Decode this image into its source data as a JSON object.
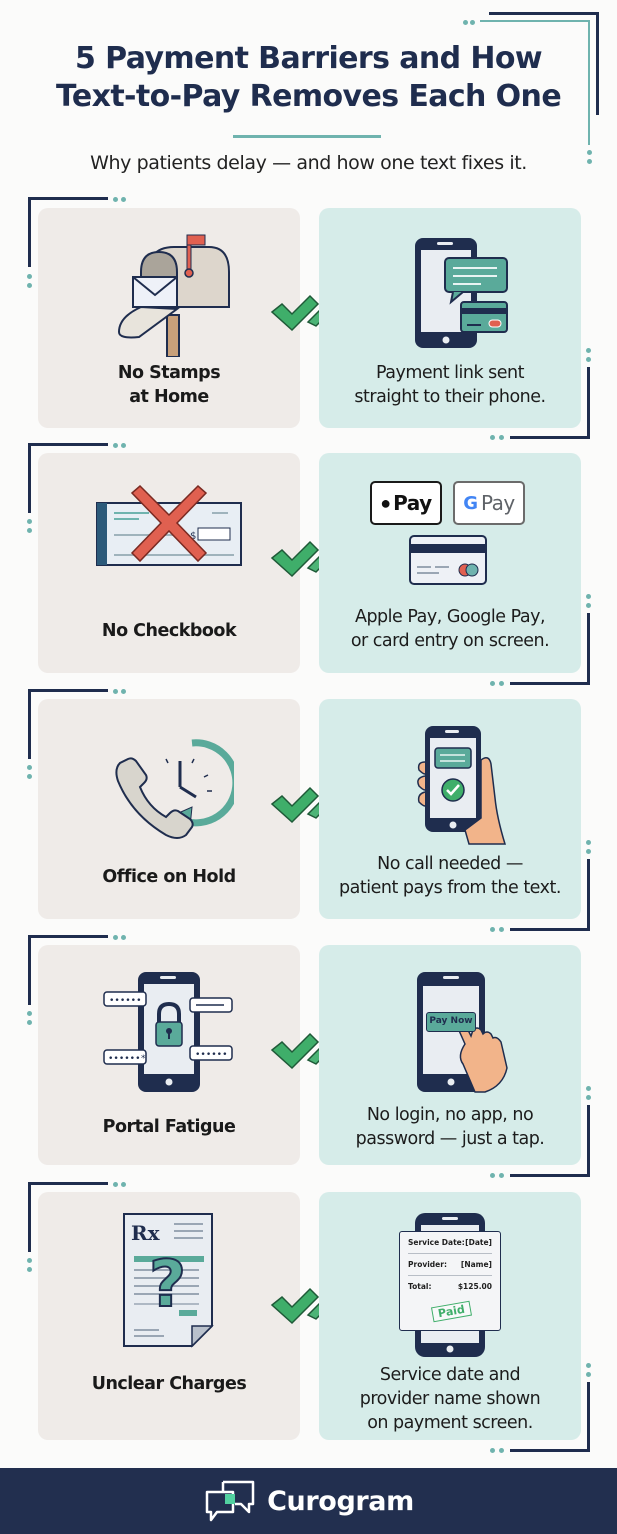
{
  "header": {
    "title_line1": "5 Payment Barriers and How",
    "title_line2": "Text-to-Pay Removes Each One",
    "subtitle": "Why patients delay — and how one text fixes it."
  },
  "rows": [
    {
      "barrier": {
        "label_line1": "No Stamps",
        "label_line2": "at Home",
        "icon": "mailbox-icon"
      },
      "solution": {
        "line1": "Payment link sent",
        "line2": "straight to their phone.",
        "line3": "",
        "icon": "phone-message-card-icon"
      }
    },
    {
      "barrier": {
        "label_line1": "No Checkbook",
        "label_line2": "",
        "icon": "crossed-check-icon"
      },
      "solution": {
        "line1": "Apple Pay, Google Pay,",
        "line2": "or card entry on screen.",
        "line3": "",
        "icon": "wallet-pay-icon",
        "apple_pay_label": "Pay",
        "google_pay_label": "Pay",
        "cheque_symbol": "$"
      }
    },
    {
      "barrier": {
        "label_line1": "Office on Hold",
        "label_line2": "",
        "icon": "phone-clock-icon"
      },
      "solution": {
        "line1": "No call needed —",
        "line2": "patient pays from the text.",
        "line3": "",
        "icon": "hand-phone-check-icon"
      }
    },
    {
      "barrier": {
        "label_line1": "Portal Fatigue",
        "label_line2": "",
        "icon": "phone-lock-passwords-icon"
      },
      "solution": {
        "line1": "No login, no app, no",
        "line2": "password — just a tap.",
        "line3": "",
        "icon": "phone-tap-icon",
        "button_label": "Pay Now"
      }
    },
    {
      "barrier": {
        "label_line1": "Unclear Charges",
        "label_line2": "",
        "icon": "rx-bill-question-icon",
        "rx_label": "Rx"
      },
      "solution": {
        "line1": "Service date and",
        "line2": "provider name shown",
        "line3": "on payment screen.",
        "icon": "phone-receipt-icon",
        "receipt": {
          "service_date_label": "Service Date:",
          "service_date_value": "[Date]",
          "provider_label": "Provider:",
          "provider_value": "[Name]",
          "total_label": "Total:",
          "total_value": "$125.00",
          "stamp": "Paid"
        }
      }
    }
  ],
  "footer": {
    "brand": "Curogram",
    "icon": "curogram-chat-logo-icon"
  },
  "colors": {
    "navy": "#1f2d4e",
    "teal": "#6fb3ae",
    "green": "#3fae6a",
    "red": "#e06050",
    "barrier_bg": "#efebe8",
    "solution_bg": "#d6ece9",
    "footer_bg": "#222f4f"
  }
}
